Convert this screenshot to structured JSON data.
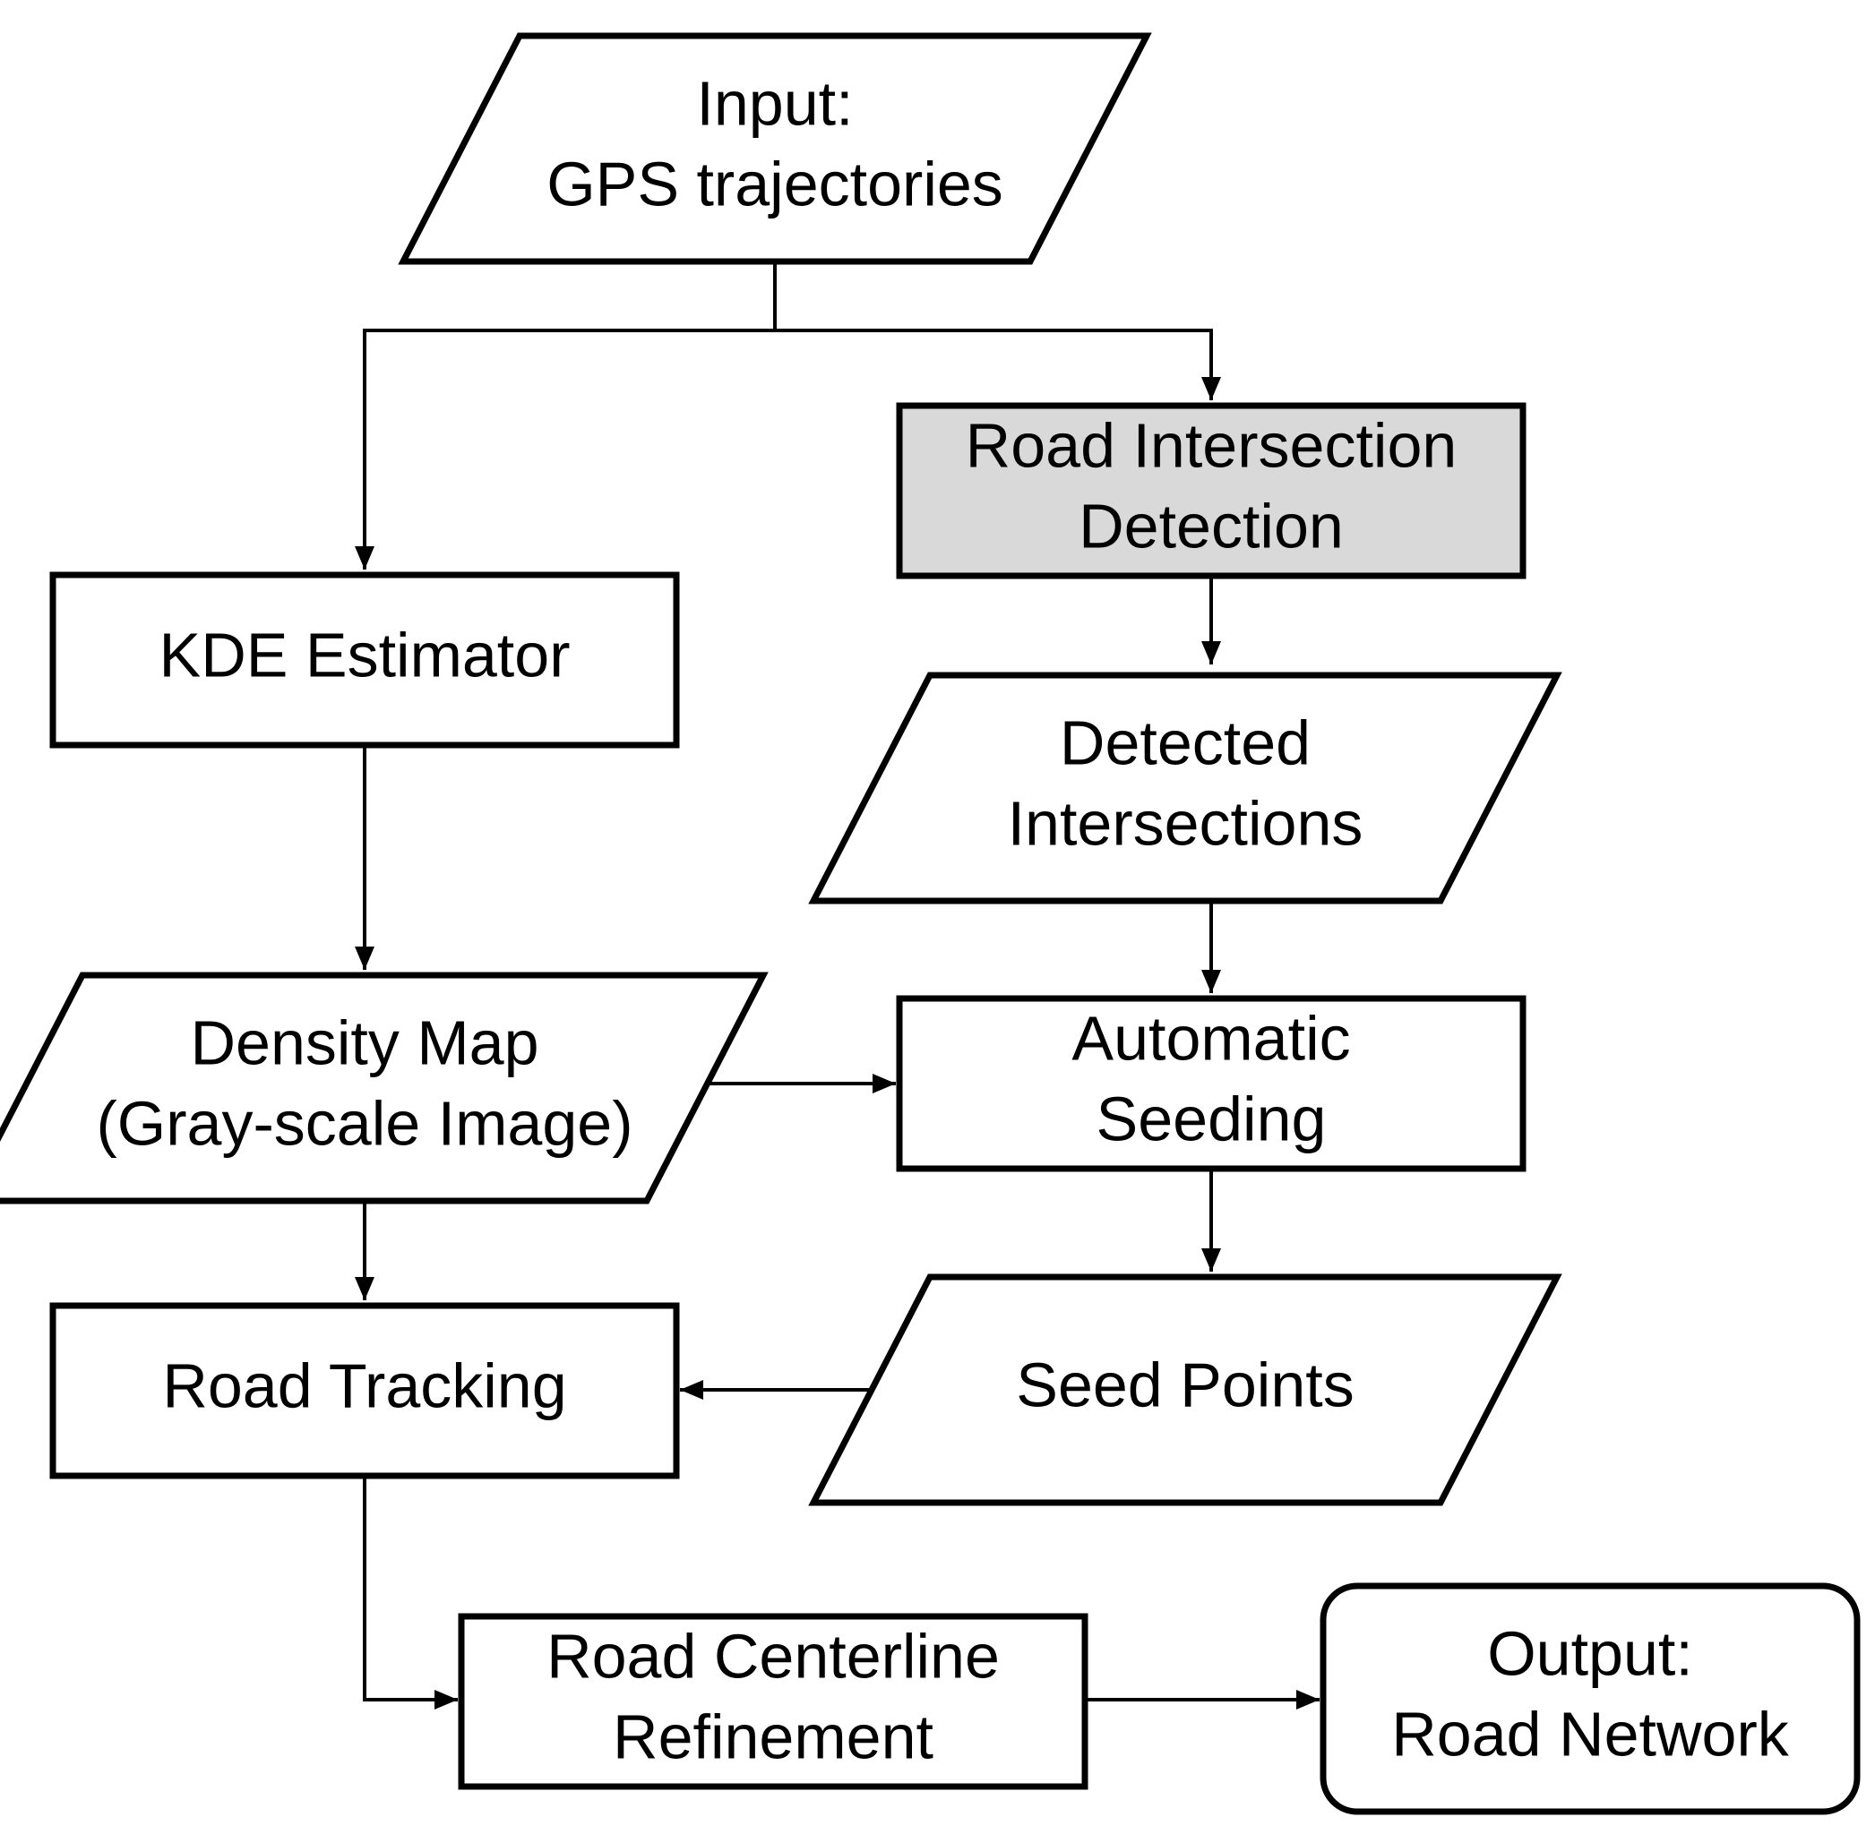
{
  "colors": {
    "stroke": "#000000",
    "fill": "#ffffff",
    "highlight_fill": "#d9d9d9"
  },
  "nodes": {
    "input": {
      "shape": "parallelogram",
      "lines": [
        "Input:",
        "GPS trajectories"
      ]
    },
    "intersection": {
      "shape": "rectangle",
      "highlighted": true,
      "lines": [
        "Road Intersection",
        "Detection"
      ]
    },
    "kde": {
      "shape": "rectangle",
      "lines": [
        "KDE Estimator"
      ]
    },
    "detected": {
      "shape": "parallelogram",
      "lines": [
        "Detected",
        "Intersections"
      ]
    },
    "density": {
      "shape": "parallelogram",
      "lines": [
        "Density Map",
        "(Gray-scale Image)"
      ]
    },
    "seeding": {
      "shape": "rectangle",
      "lines": [
        "Automatic",
        "Seeding"
      ]
    },
    "tracking": {
      "shape": "rectangle",
      "lines": [
        "Road Tracking"
      ]
    },
    "seeds": {
      "shape": "parallelogram",
      "lines": [
        "Seed Points"
      ]
    },
    "refinement": {
      "shape": "rectangle",
      "lines": [
        "Road Centerline",
        "Refinement"
      ]
    },
    "output": {
      "shape": "rounded-rectangle",
      "lines": [
        "Output:",
        "Road Network"
      ]
    }
  },
  "edges": [
    {
      "from": "input",
      "to": "kde"
    },
    {
      "from": "input",
      "to": "intersection"
    },
    {
      "from": "intersection",
      "to": "detected"
    },
    {
      "from": "kde",
      "to": "density"
    },
    {
      "from": "detected",
      "to": "seeding"
    },
    {
      "from": "density",
      "to": "seeding"
    },
    {
      "from": "density",
      "to": "tracking"
    },
    {
      "from": "seeding",
      "to": "seeds"
    },
    {
      "from": "seeds",
      "to": "tracking"
    },
    {
      "from": "tracking",
      "to": "refinement"
    },
    {
      "from": "refinement",
      "to": "output"
    }
  ]
}
